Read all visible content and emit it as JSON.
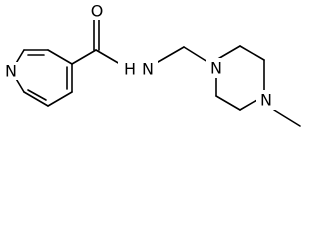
{
  "structure": {
    "atoms": {
      "pyridine_n": "N",
      "carbonyl_o": "O",
      "amide_nh": "N",
      "amide_h": "H",
      "piperazine_n1": "N",
      "piperazine_n4": "N"
    }
  },
  "colors": {
    "bond": "#000000",
    "background": "#ffffff"
  }
}
